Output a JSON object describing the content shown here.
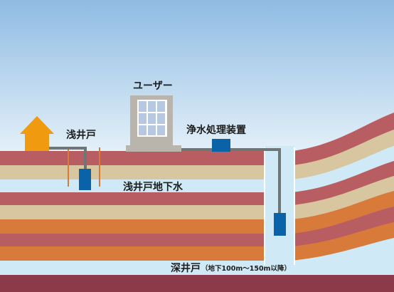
{
  "labels": {
    "user": "ユーザー",
    "shallow_well": "浅井戸",
    "purification_device": "浄水処理装置",
    "shallow_groundwater": "浅井戸地下水",
    "deep_well": "深井戸",
    "deep_well_note": "（地下100m〜150m以降）"
  },
  "colors": {
    "sky_top": "#8fbbe3",
    "sky_bottom": "#eef7fb",
    "stratum_red": "#b85d62",
    "stratum_tan": "#d8c6a0",
    "stratum_orange": "#d77a3a",
    "aquifer_blue": "#cfeaf6",
    "bedrock": "#8c3a4a",
    "pipe": "#6f7678",
    "pump": "#0a62a8",
    "house": "#f09a0f",
    "building": "#b9b5ac"
  }
}
